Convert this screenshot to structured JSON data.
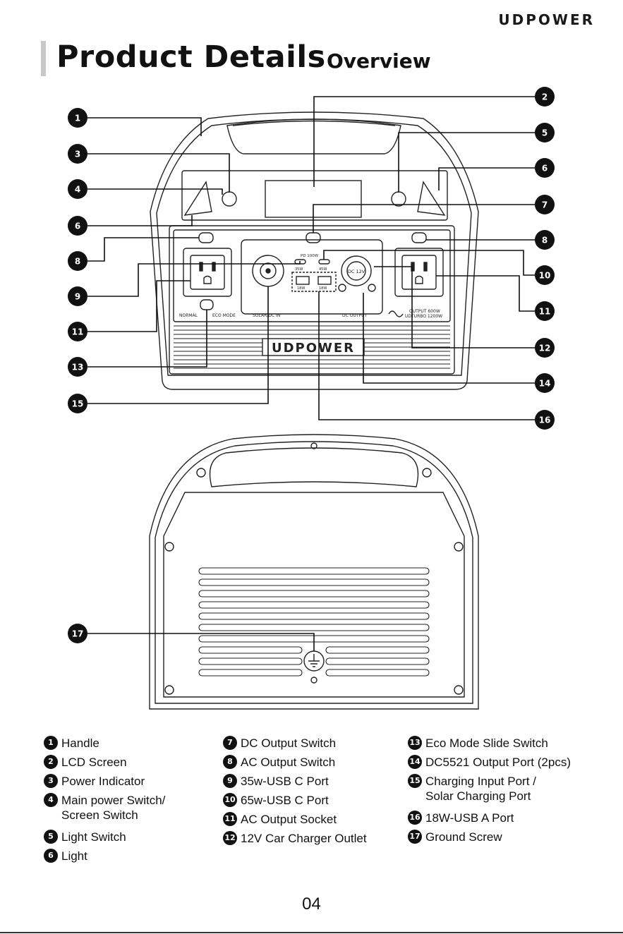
{
  "header": {
    "brand": "UDPOWER",
    "title": "Product Details",
    "subtitle": "Overview"
  },
  "device_front": {
    "brand": "UDPOWER",
    "labels": {
      "normal": "NORMAL",
      "eco_mode": "ECO MODE",
      "solar_dc_in": "SOLAR/DC IN",
      "dc_output": "DC OUTPUT",
      "pd": "PD 100W",
      "w35": "35W",
      "w45": "45W",
      "w18a": "18W",
      "w18b": "18W",
      "dc12v": "DC 12V",
      "output": "OUTPUT 600W",
      "udturbo": "UDTURBO 1200W"
    }
  },
  "callouts": [
    "1",
    "2",
    "3",
    "4",
    "5",
    "6",
    "6",
    "7",
    "8",
    "8",
    "9",
    "10",
    "11",
    "11",
    "12",
    "13",
    "14",
    "15",
    "16",
    "17"
  ],
  "legend": {
    "col1": [
      {
        "num": "1",
        "label": "Handle"
      },
      {
        "num": "2",
        "label": "LCD Screen"
      },
      {
        "num": "3",
        "label": "Power Indicator"
      },
      {
        "num": "4",
        "label": "Main power Switch/\nScreen Switch"
      },
      {
        "num": "5",
        "label": "Light Switch"
      },
      {
        "num": "6",
        "label": "Light"
      }
    ],
    "col2": [
      {
        "num": "7",
        "label": "DC Output Switch"
      },
      {
        "num": "8",
        "label": "AC Output Switch"
      },
      {
        "num": "9",
        "label": "35w-USB C Port"
      },
      {
        "num": "10",
        "label": "65w-USB C Port"
      },
      {
        "num": "11",
        "label": "AC Output Socket"
      },
      {
        "num": "12",
        "label": "12V Car Charger Outlet"
      }
    ],
    "col3": [
      {
        "num": "13",
        "label": "Eco Mode Slide Switch"
      },
      {
        "num": "14",
        "label": "DC5521 Output Port (2pcs)"
      },
      {
        "num": "15",
        "label": "Charging Input Port /\nSolar Charging Port"
      },
      {
        "num": "16",
        "label": "18W-USB A Port"
      },
      {
        "num": "17",
        "label": "Ground Screw"
      }
    ]
  },
  "page_number": "04"
}
